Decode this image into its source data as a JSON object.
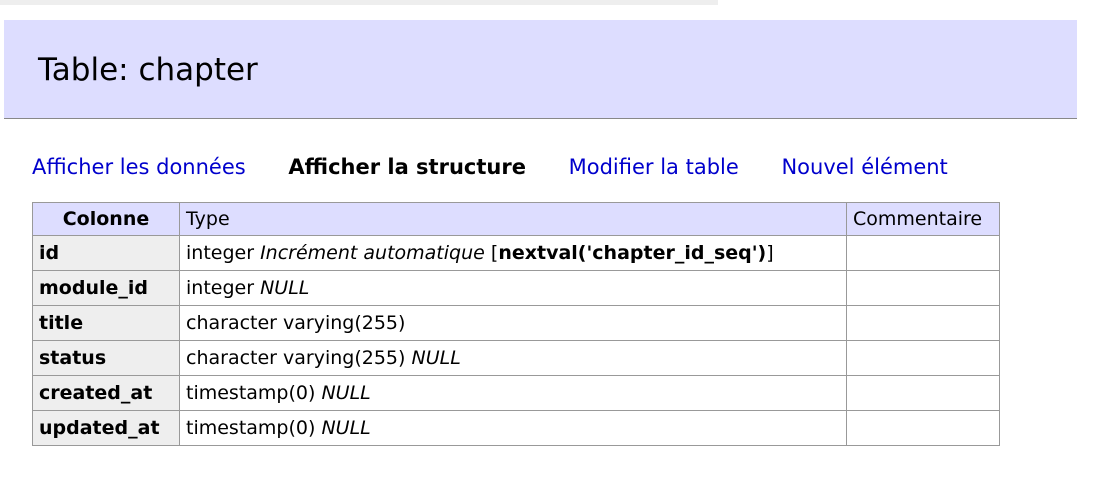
{
  "page": {
    "title": "Table: chapter"
  },
  "nav_links": [
    {
      "label": "Afficher les données"
    },
    {
      "label": "Afficher la structure"
    },
    {
      "label": "Modifier la table"
    },
    {
      "label": "Nouvel élément"
    }
  ],
  "table": {
    "headers": {
      "column": "Colonne",
      "type": "Type",
      "comment": "Commentaire"
    },
    "rows": [
      {
        "name": "id",
        "type": "integer",
        "extra": "Incrément automatique",
        "default_open": "[",
        "default": "nextval('chapter_id_seq')",
        "default_close": "]",
        "comment": ""
      },
      {
        "name": "module_id",
        "type": "integer",
        "extra": "NULL",
        "comment": ""
      },
      {
        "name": "title",
        "type": "character varying(255)",
        "extra": "",
        "comment": ""
      },
      {
        "name": "status",
        "type": "character varying(255)",
        "extra": "NULL",
        "comment": ""
      },
      {
        "name": "created_at",
        "type": "timestamp(0)",
        "extra": "NULL",
        "comment": ""
      },
      {
        "name": "updated_at",
        "type": "timestamp(0)",
        "extra": "NULL",
        "comment": ""
      }
    ]
  }
}
